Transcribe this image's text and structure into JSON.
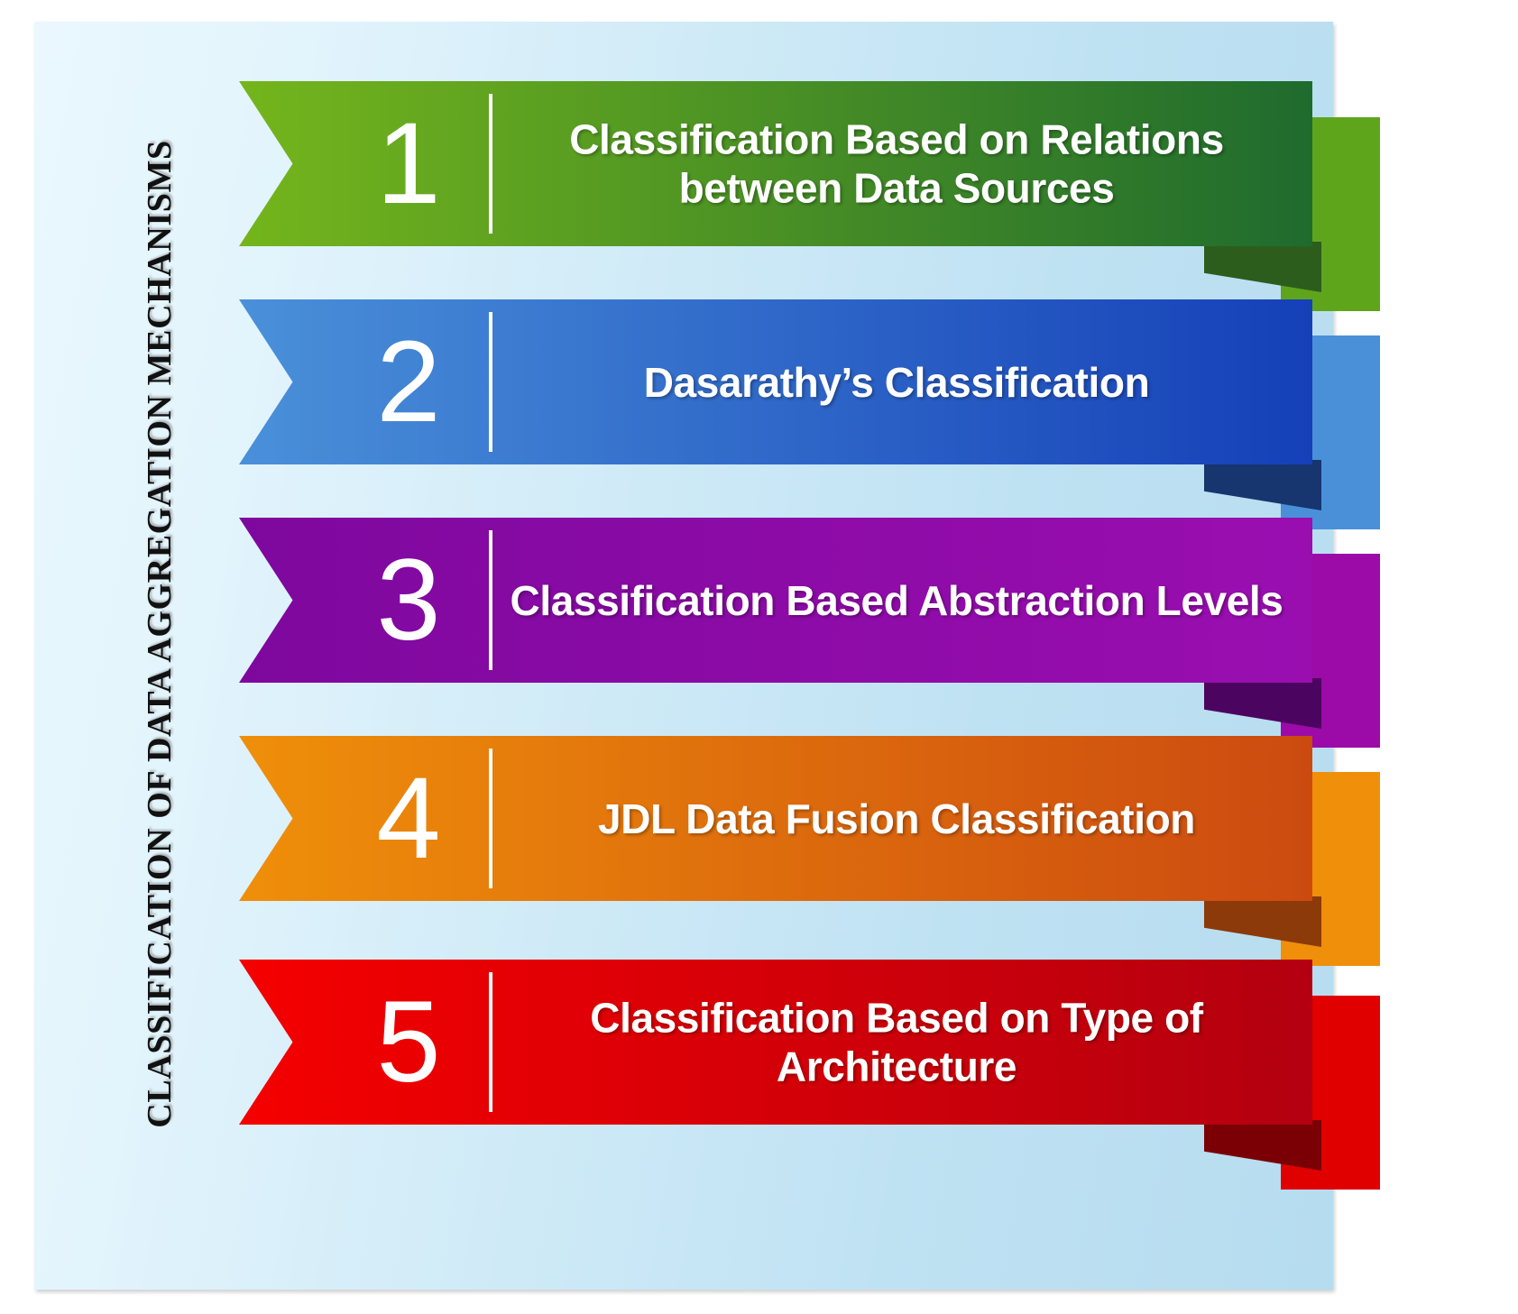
{
  "title": {
    "text": "CLASSIFICATION OF DATA AGGREGATION MECHANISMS",
    "color": "#111111",
    "orientation": "vertical-bottom-to-top"
  },
  "background": {
    "color_left": "#eaf8fe",
    "color_right": "#b6dcef"
  },
  "diagram_type": "numbered-banner-list",
  "items": [
    {
      "number": "1",
      "label": "Classification Based on Relations between Data Sources",
      "color_light": "#74b51c",
      "color_dark": "#1f6b2e",
      "color_tab": "#5ea51c",
      "color_fold": "#2d5d1c"
    },
    {
      "number": "2",
      "label": "Dasarathy’s Classification",
      "color_light": "#4a90d9",
      "color_dark": "#1540b8",
      "color_tab": "#4a90d9",
      "color_fold": "#17356e"
    },
    {
      "number": "3",
      "label": "Classification Based Abstraction Levels",
      "color_light": "#7e089e",
      "color_dark": "#9a0eb0",
      "color_tab": "#9c0aa8",
      "color_fold": "#4b0560"
    },
    {
      "number": "4",
      "label": "JDL Data Fusion Classification",
      "color_light": "#ef8f0a",
      "color_dark": "#cc4a10",
      "color_tab": "#ef8f0a",
      "color_fold": "#8c3a0a"
    },
    {
      "number": "5",
      "label": "Classification Based on Type of Architecture",
      "color_light": "#f50000",
      "color_dark": "#b30010",
      "color_tab": "#e00000",
      "color_fold": "#7a0006"
    }
  ]
}
